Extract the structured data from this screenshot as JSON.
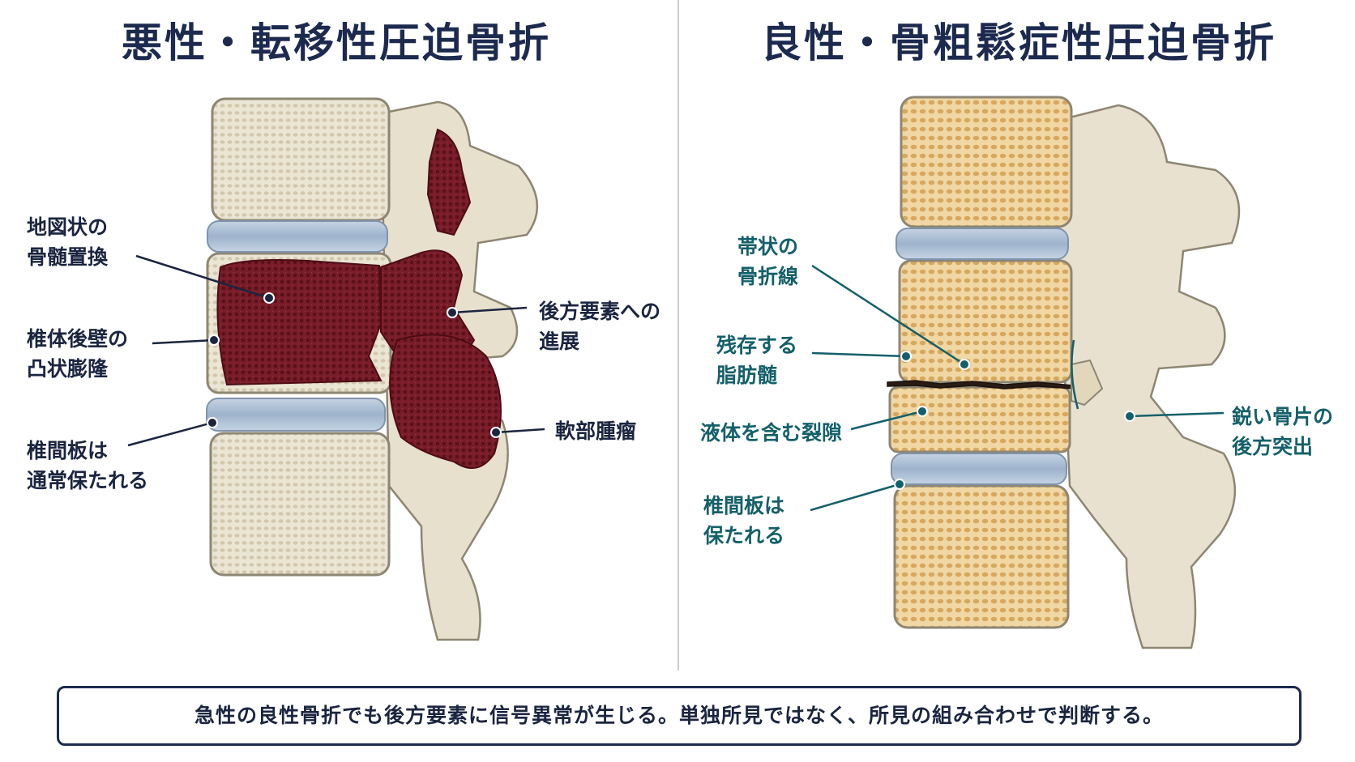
{
  "titles": {
    "malignant": "悪性・転移性圧迫骨折",
    "benign": "良性・骨粗鬆症性圧迫骨折"
  },
  "malignant_labels": {
    "marrow_replacement": [
      "地図状の",
      "骨髄置換"
    ],
    "posterior_wall_bulge": [
      "椎体後壁の",
      "凸状膨隆"
    ],
    "disc_preserved": [
      "椎間板は",
      "通常保たれる"
    ],
    "posterior_element_extension": [
      "後方要素への",
      "進展"
    ],
    "soft_tissue_mass": "軟部腫瘤"
  },
  "benign_labels": {
    "fracture_line": [
      "帯状の",
      "骨折線"
    ],
    "preserved_fat": [
      "残存する",
      "脂肪髄"
    ],
    "fluid_cleft": "液体を含む裂隙",
    "disc_preserved": [
      "椎間板は",
      "保たれる"
    ],
    "retropulsed_fragment": [
      "鋭い骨片の",
      "後方突出"
    ]
  },
  "footer": {
    "note": "急性の良性骨折でも後方要素に信号異常が生じる。単独所見ではなく、所見の組み合わせで判断する。"
  },
  "colors": {
    "title": "#1c2a4f",
    "malignant_label": "#1b2540",
    "benign_label": "#14606a",
    "tumor": "#7d1f2c",
    "bone": "#e8e1cf",
    "fatty_marrow": "#e6c891",
    "disc": "#a9bdd4"
  }
}
